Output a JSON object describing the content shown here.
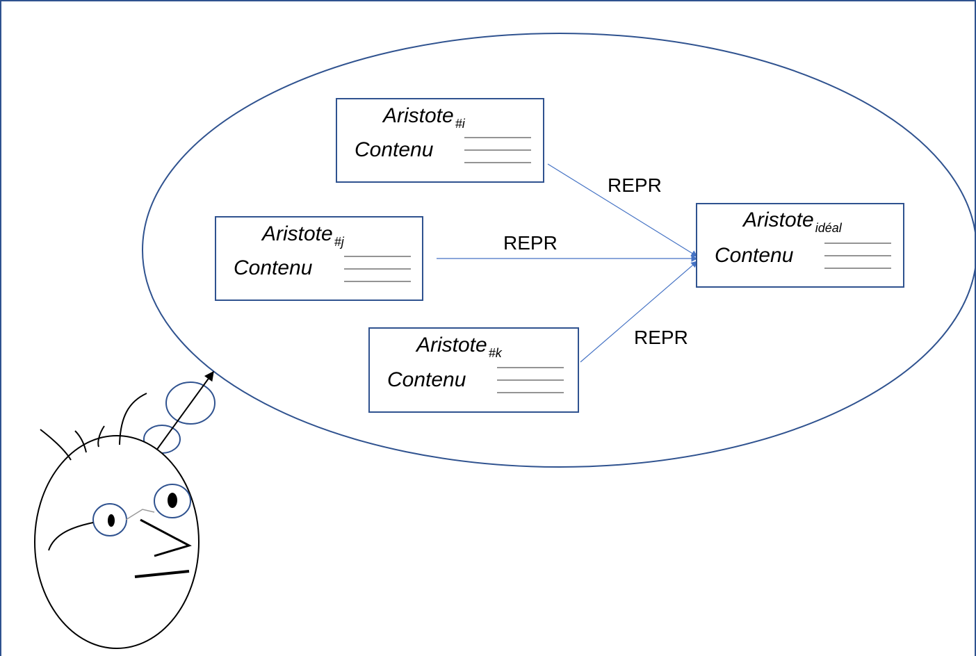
{
  "colors": {
    "frame": "#2f528f",
    "bubble": "#2f528f",
    "box_border": "#2f528f",
    "repr_arrow": "#4472c4",
    "ink": "#000000"
  },
  "boxes": [
    {
      "id": "i",
      "title": "Aristote",
      "sub": "#i",
      "content": "Contenu"
    },
    {
      "id": "j",
      "title": "Aristote",
      "sub": "#j",
      "content": "Contenu"
    },
    {
      "id": "k",
      "title": "Aristote",
      "sub": "#k",
      "content": "Contenu"
    },
    {
      "id": "ideal",
      "title": "Aristote",
      "sub": "idéal",
      "content": "Contenu"
    }
  ],
  "relations": [
    {
      "from": "i",
      "to": "ideal",
      "label": "REPR"
    },
    {
      "from": "j",
      "to": "ideal",
      "label": "REPR"
    },
    {
      "from": "k",
      "to": "ideal",
      "label": "REPR"
    }
  ]
}
